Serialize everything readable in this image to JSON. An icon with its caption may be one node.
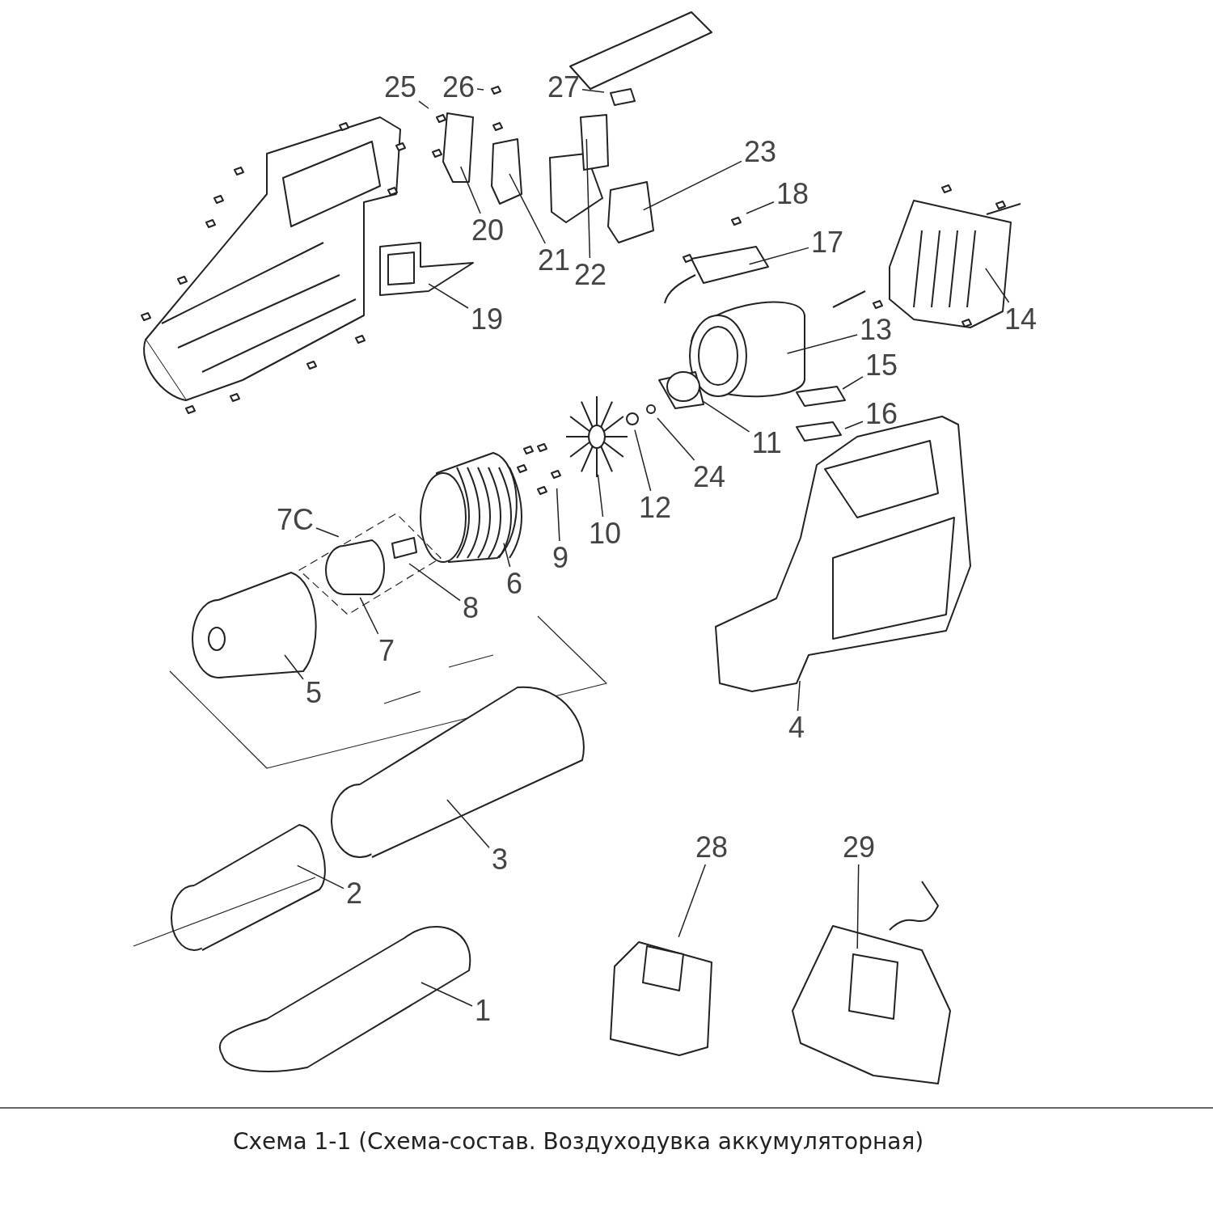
{
  "diagram": {
    "caption": "Схема 1-1 (Схема-состав. Воздуходувка аккумуляторная)",
    "nodes": [
      {
        "text": [
          "25"
        ]
      },
      {
        "text": [
          "26"
        ]
      },
      {
        "text": [
          "27"
        ]
      },
      {
        "text": [
          "23"
        ]
      },
      {
        "text": [
          "18"
        ]
      },
      {
        "text": [
          "20"
        ]
      },
      {
        "text": [
          "17"
        ]
      },
      {
        "text": [
          "21"
        ]
      },
      {
        "text": [
          "22"
        ]
      },
      {
        "text": [
          "14"
        ]
      },
      {
        "text": [
          "19"
        ]
      },
      {
        "text": [
          "13"
        ]
      },
      {
        "text": [
          "15"
        ]
      },
      {
        "text": [
          "16"
        ]
      },
      {
        "text": [
          "11"
        ]
      },
      {
        "text": [
          "24"
        ]
      },
      {
        "text": [
          "12"
        ]
      },
      {
        "text": [
          "7C"
        ]
      },
      {
        "text": [
          "10"
        ]
      },
      {
        "text": [
          "9"
        ]
      },
      {
        "text": [
          "6"
        ]
      },
      {
        "text": [
          "8"
        ]
      },
      {
        "text": [
          "7"
        ]
      },
      {
        "text": [
          "5"
        ]
      },
      {
        "text": [
          "4"
        ]
      },
      {
        "text": [
          "28"
        ]
      },
      {
        "text": [
          "29"
        ]
      },
      {
        "text": [
          "3"
        ]
      },
      {
        "text": [
          "2"
        ]
      },
      {
        "text": [
          "1"
        ]
      }
    ],
    "edges": [
      {
        "from": 0,
        "to": null,
        "arrow": "none"
      },
      {
        "from": 1,
        "to": null,
        "arrow": "none"
      },
      {
        "from": 2,
        "to": null,
        "arrow": "none"
      },
      {
        "from": 3,
        "to": null,
        "arrow": "none"
      },
      {
        "from": 4,
        "to": null,
        "arrow": "none"
      },
      {
        "from": 5,
        "to": null,
        "arrow": "none"
      },
      {
        "from": 6,
        "to": null,
        "arrow": "none"
      },
      {
        "from": 7,
        "to": null,
        "arrow": "none"
      },
      {
        "from": 8,
        "to": null,
        "arrow": "none"
      },
      {
        "from": 9,
        "to": null,
        "arrow": "none"
      },
      {
        "from": 10,
        "to": null,
        "arrow": "none"
      },
      {
        "from": 11,
        "to": null,
        "arrow": "none"
      },
      {
        "from": 12,
        "to": null,
        "arrow": "none"
      },
      {
        "from": 13,
        "to": null,
        "arrow": "none"
      },
      {
        "from": 14,
        "to": null,
        "arrow": "none"
      },
      {
        "from": 15,
        "to": null,
        "arrow": "none"
      },
      {
        "from": 16,
        "to": null,
        "arrow": "none"
      },
      {
        "from": 17,
        "to": null,
        "arrow": "none"
      },
      {
        "from": 18,
        "to": null,
        "arrow": "none"
      },
      {
        "from": 19,
        "to": null,
        "arrow": "none"
      },
      {
        "from": 20,
        "to": null,
        "arrow": "none"
      },
      {
        "from": 21,
        "to": null,
        "arrow": "none"
      },
      {
        "from": 22,
        "to": null,
        "arrow": "none"
      },
      {
        "from": 23,
        "to": null,
        "arrow": "none"
      },
      {
        "from": 24,
        "to": null,
        "arrow": "none"
      },
      {
        "from": 25,
        "to": null,
        "arrow": "none"
      },
      {
        "from": 26,
        "to": null,
        "arrow": "none"
      },
      {
        "from": 27,
        "to": null,
        "arrow": "none"
      },
      {
        "from": 28,
        "to": null,
        "arrow": "none"
      },
      {
        "from": 29,
        "to": null,
        "arrow": "none"
      }
    ]
  }
}
